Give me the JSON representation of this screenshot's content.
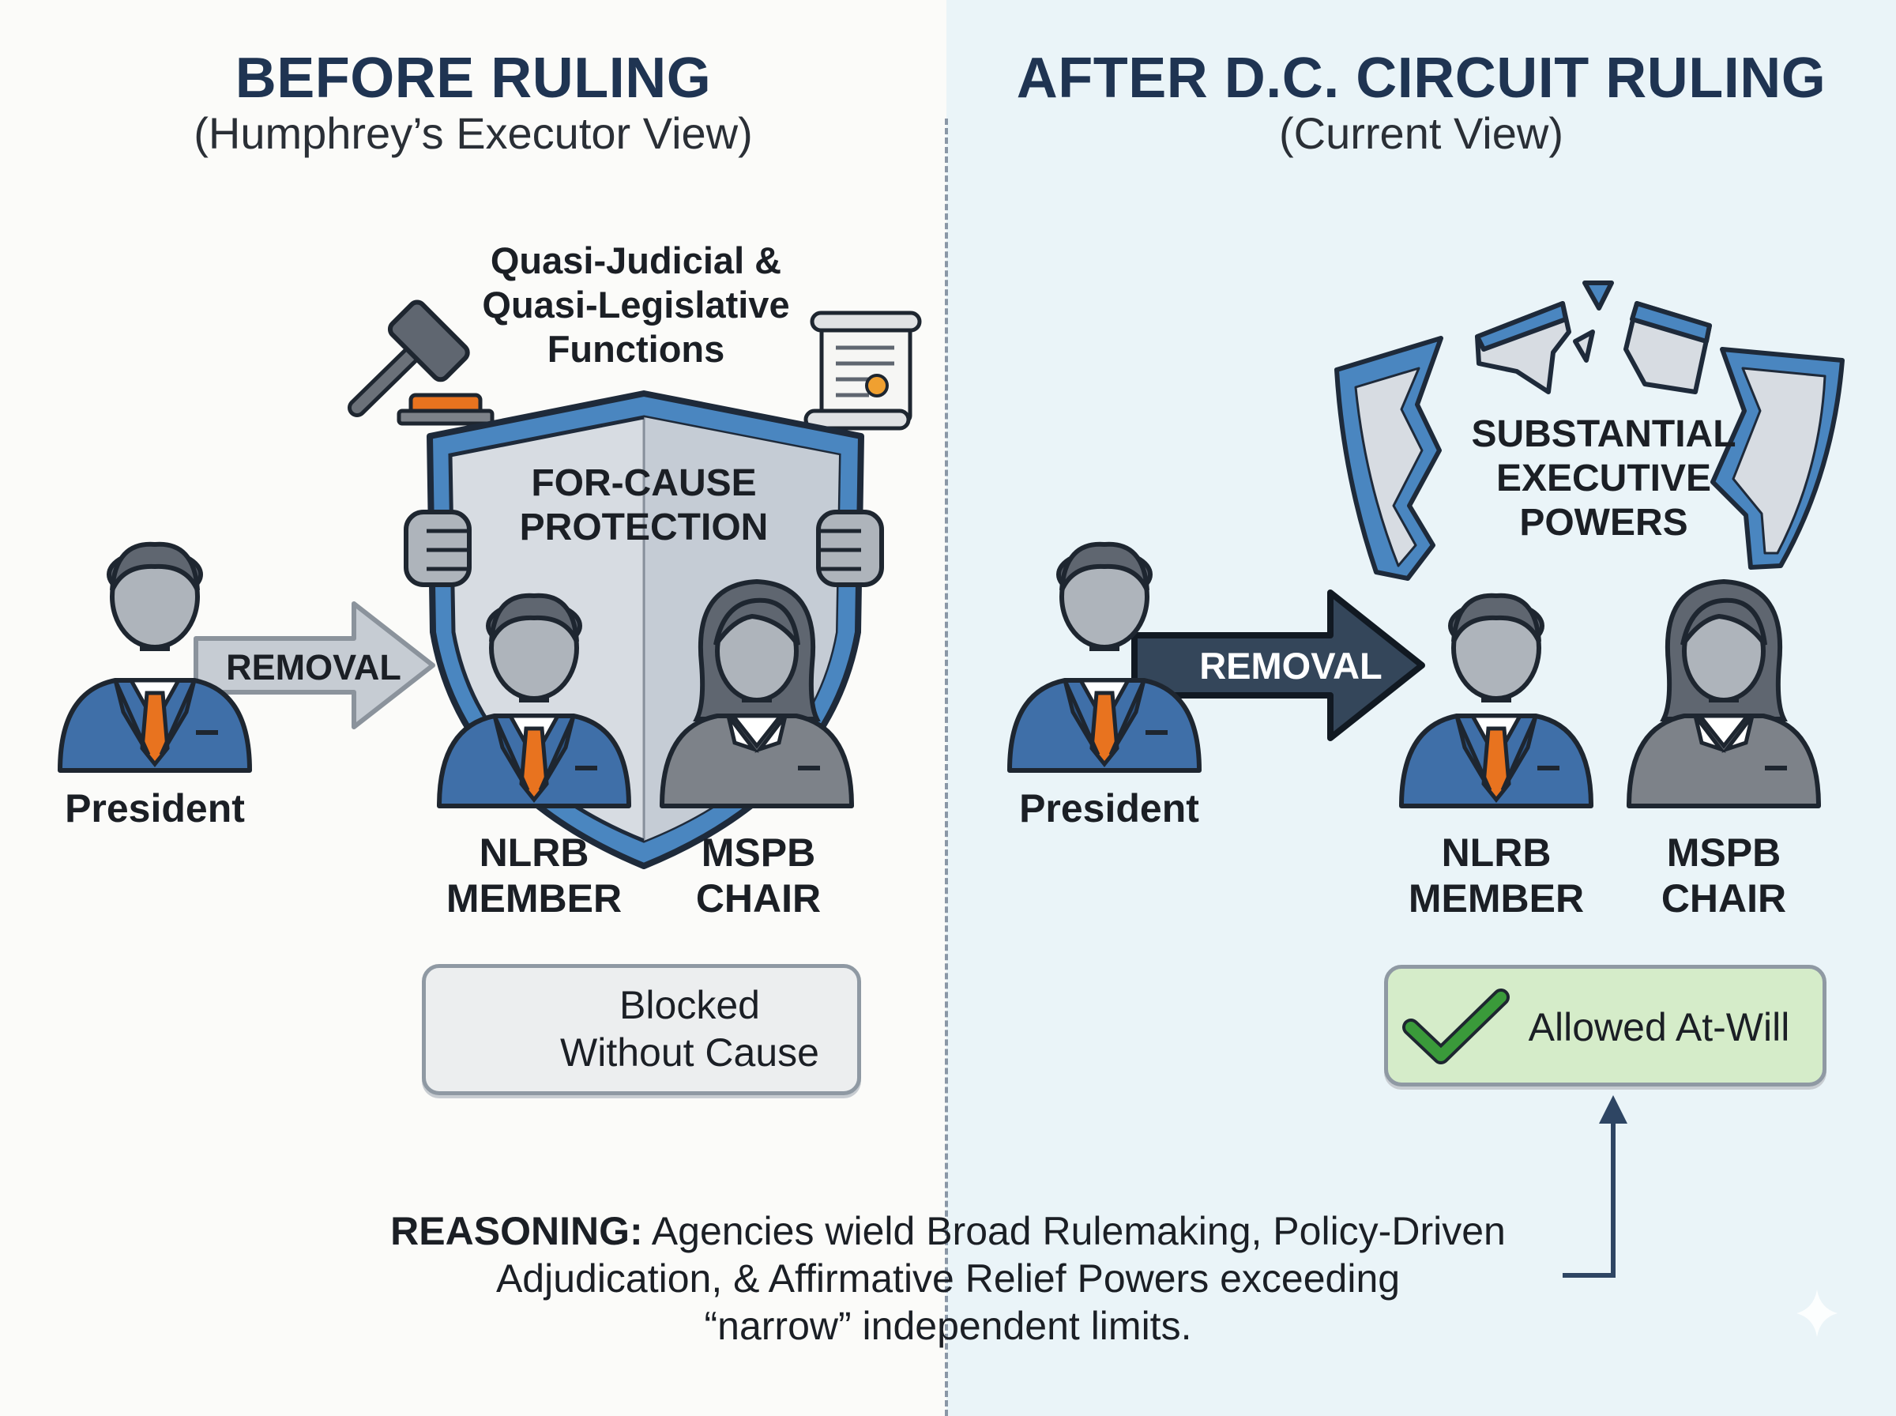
{
  "left": {
    "title": "BEFORE RULING",
    "subtitle": "(Humphrey’s Executor View)",
    "functions_lines": [
      "Quasi-Judicial &",
      "Quasi-Legislative",
      "Functions"
    ],
    "shield_lines": [
      "FOR-CAUSE",
      "PROTECTION"
    ],
    "removal_label": "REMOVAL",
    "president_label": "President",
    "nlrb_lines": [
      "NLRB",
      "MEMBER"
    ],
    "mspb_lines": [
      "MSPB",
      "CHAIR"
    ],
    "status_lines": [
      "Blocked",
      "Without Cause"
    ],
    "status_icon": "x-icon"
  },
  "right": {
    "title": "AFTER D.C. CIRCUIT RULING",
    "subtitle": "(Current View)",
    "powers_lines": [
      "SUBSTANTIAL",
      "EXECUTIVE",
      "POWERS"
    ],
    "removal_label": "REMOVAL",
    "president_label": "President",
    "nlrb_lines": [
      "NLRB",
      "MEMBER"
    ],
    "mspb_lines": [
      "MSPB",
      "CHAIR"
    ],
    "status_text": "Allowed At-Will",
    "status_icon": "checkmark-icon"
  },
  "reasoning": {
    "label": "REASONING:",
    "line1": "Agencies wield Broad Rulemaking, Policy-Driven",
    "line2": "Adjudication, & Affirmative Relief Powers exceeding",
    "line3": "“narrow” independent limits."
  },
  "colors": {
    "left_bg": "#fbfbf9",
    "right_bg": "#eaf4f8",
    "title": "#1f3452",
    "suit_blue": "#3f6fa8",
    "suit_gray": "#7d8289",
    "tie_orange": "#e8731f",
    "shield_blue": "#4a86c0",
    "blocked_x": "#e0622b",
    "allowed_check": "#3a9a3a",
    "allowed_bg": "#d5ecc9"
  }
}
